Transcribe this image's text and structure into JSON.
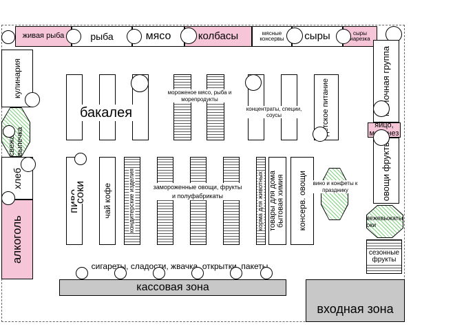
{
  "top_row": {
    "live_fish": "живая рыба",
    "fish": "рыба",
    "meat": "мясо",
    "sausages": "колбасы",
    "canned_meat": "мясные консервы",
    "cheese": "сыры",
    "cheese_cut": "сыры нарезка"
  },
  "left_column": {
    "culinary": "кулинария",
    "bakery": "свежая выпечка",
    "bread": "хлеб",
    "alcohol": "алкоголь"
  },
  "right_column": {
    "dairy": "молочная группа",
    "eggs": "яйцо, майонез",
    "vegetables": "овощи фрукты",
    "fresh_juice": "свежевыжатые соки",
    "seasonal": "сезонные фрукты"
  },
  "center": {
    "grocery": "бакалея",
    "frozen_meat": "мороженое мясо, рыба и морепродукты",
    "spices": "концентраты, специи, соусы",
    "baby_food": "детское питание",
    "beer": "пиво",
    "juices": "соки",
    "tea_coffee": "чай кофе",
    "confectionery": "кондитерские изделия",
    "frozen_veg": "замороженные овощи, фрукты и полуфабрикаты",
    "pet_food": "корма для животных",
    "household": "товары для дома бытовая химия",
    "canned_veg": "консерв. овощи",
    "wine_candy": "вино и конфеты к празднику",
    "checkout_snacks": "сигареты, сладости, жвачка, открытки, пакеты"
  },
  "zones": {
    "checkout": "кассовая зона",
    "entrance": "входная зона"
  }
}
